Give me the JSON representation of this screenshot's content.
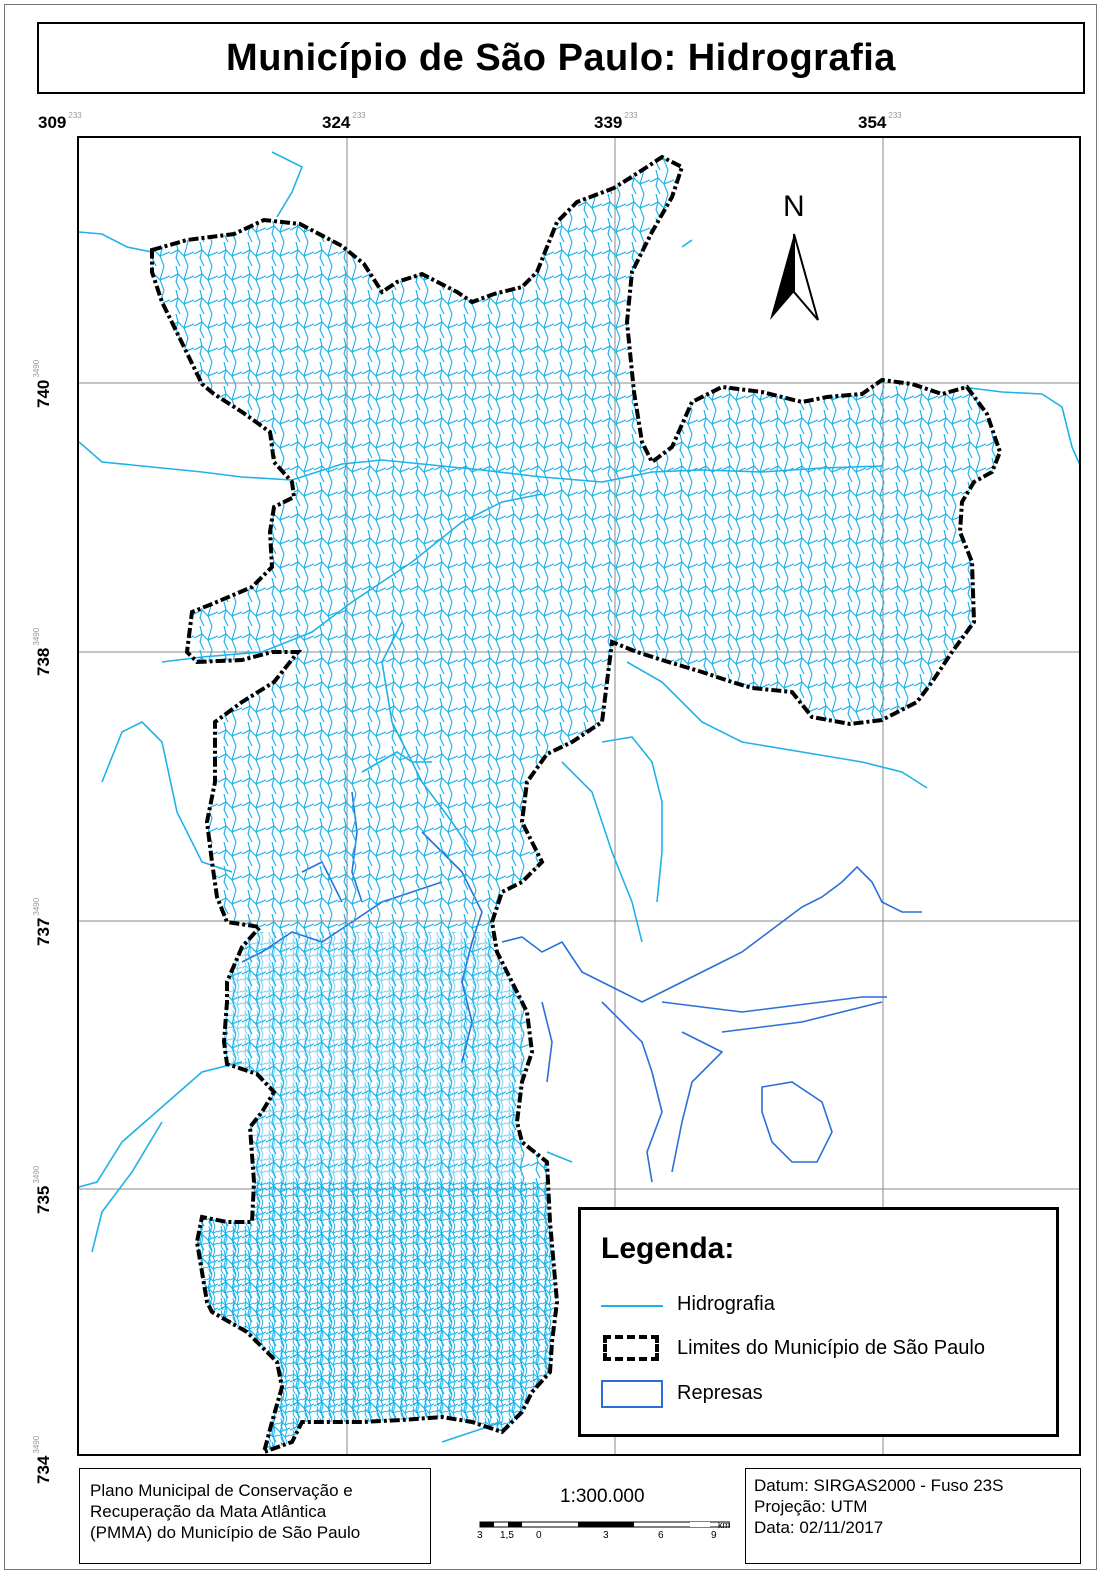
{
  "title": "Município de São Paulo: Hidrografia",
  "grid": {
    "x_ticks": [
      {
        "label": "309",
        "sup": "233"
      },
      {
        "label": "324",
        "sup": "233"
      },
      {
        "label": "339",
        "sup": "233"
      },
      {
        "label": "354",
        "sup": "233"
      }
    ],
    "y_ticks": [
      {
        "label": "740",
        "sup": "3490"
      },
      {
        "label": "738",
        "sup": "3490"
      },
      {
        "label": "737",
        "sup": "3490"
      },
      {
        "label": "735",
        "sup": "3490"
      },
      {
        "label": "734",
        "sup": "3490"
      }
    ]
  },
  "north": {
    "letter": "N",
    "icon": "north-arrow-icon"
  },
  "legend": {
    "title": "Legenda:",
    "items": [
      {
        "label": "Hidrografia",
        "color": "#1fb2e8"
      },
      {
        "label": "Limites do Município de São Paulo",
        "color": "#000000"
      },
      {
        "label": "Represas",
        "color": "#2a6fd9"
      }
    ]
  },
  "footer": {
    "left_lines": [
      "Plano Municipal de Conservação e",
      "Recuperação da Mata Atlântica",
      "(PMMA) do Município de São Paulo"
    ],
    "scale": "1:300.000",
    "scale_bar": {
      "unit": "km",
      "labels": [
        "3",
        "1,5",
        "0",
        "3",
        "6",
        "9"
      ]
    },
    "right_lines": [
      "Datum: SIRGAS2000 - Fuso 23S",
      "Projeção: UTM",
      "Data: 02/11/2017"
    ]
  },
  "colors": {
    "river": "#1fb2e8",
    "reservoir": "#2a6fd9",
    "boundary": "#000000"
  }
}
